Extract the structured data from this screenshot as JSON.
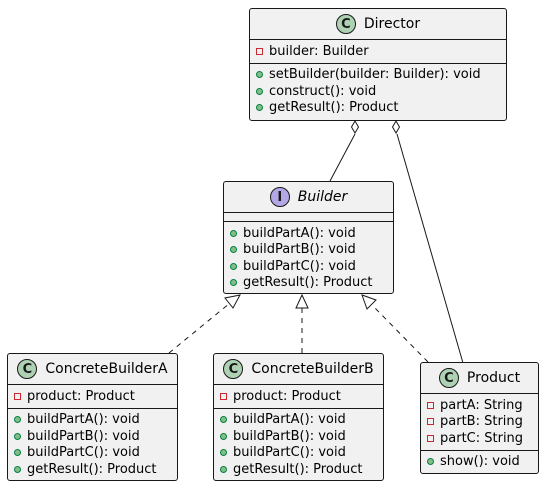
{
  "classes": {
    "director": {
      "name": "Director",
      "stereotype": "C",
      "attributes": [
        {
          "visibility": "private",
          "text": "builder: Builder"
        }
      ],
      "methods": [
        {
          "visibility": "public",
          "text": "setBuilder(builder: Builder): void"
        },
        {
          "visibility": "public",
          "text": "construct(): void"
        },
        {
          "visibility": "public",
          "text": "getResult(): Product"
        }
      ]
    },
    "builder": {
      "name": "Builder",
      "stereotype": "I",
      "kind": "interface",
      "attributes": [],
      "methods": [
        {
          "visibility": "public",
          "text": "buildPartA(): void"
        },
        {
          "visibility": "public",
          "text": "buildPartB(): void"
        },
        {
          "visibility": "public",
          "text": "buildPartC(): void"
        },
        {
          "visibility": "public",
          "text": "getResult(): Product"
        }
      ]
    },
    "concrete_builder_a": {
      "name": "ConcreteBuilderA",
      "stereotype": "C",
      "attributes": [
        {
          "visibility": "private",
          "text": "product: Product"
        }
      ],
      "methods": [
        {
          "visibility": "public",
          "text": "buildPartA(): void"
        },
        {
          "visibility": "public",
          "text": "buildPartB(): void"
        },
        {
          "visibility": "public",
          "text": "buildPartC(): void"
        },
        {
          "visibility": "public",
          "text": "getResult(): Product"
        }
      ]
    },
    "concrete_builder_b": {
      "name": "ConcreteBuilderB",
      "stereotype": "C",
      "attributes": [
        {
          "visibility": "private",
          "text": "product: Product"
        }
      ],
      "methods": [
        {
          "visibility": "public",
          "text": "buildPartA(): void"
        },
        {
          "visibility": "public",
          "text": "buildPartB(): void"
        },
        {
          "visibility": "public",
          "text": "buildPartC(): void"
        },
        {
          "visibility": "public",
          "text": "getResult(): Product"
        }
      ]
    },
    "product": {
      "name": "Product",
      "stereotype": "C",
      "attributes": [
        {
          "visibility": "private",
          "text": "partA: String"
        },
        {
          "visibility": "private",
          "text": "partB: String"
        },
        {
          "visibility": "private",
          "text": "partC: String"
        }
      ],
      "methods": [
        {
          "visibility": "public",
          "text": "show(): void"
        }
      ]
    }
  },
  "relations": [
    {
      "type": "aggregation",
      "from": "Director",
      "to": "Builder"
    },
    {
      "type": "aggregation",
      "from": "Director",
      "to": "Product"
    },
    {
      "type": "realization",
      "from": "ConcreteBuilderA",
      "to": "Builder"
    },
    {
      "type": "realization",
      "from": "ConcreteBuilderB",
      "to": "Builder"
    },
    {
      "type": "realization",
      "from": "Product",
      "to": "Builder"
    }
  ],
  "colors": {
    "class_bg": "#f1f1f1",
    "border": "#181818",
    "class_circle": "#add1b2",
    "interface_circle": "#b4a7e5",
    "private_marker": "#c82930",
    "public_marker_fill": "#84be84",
    "public_marker_stroke": "#038048"
  }
}
